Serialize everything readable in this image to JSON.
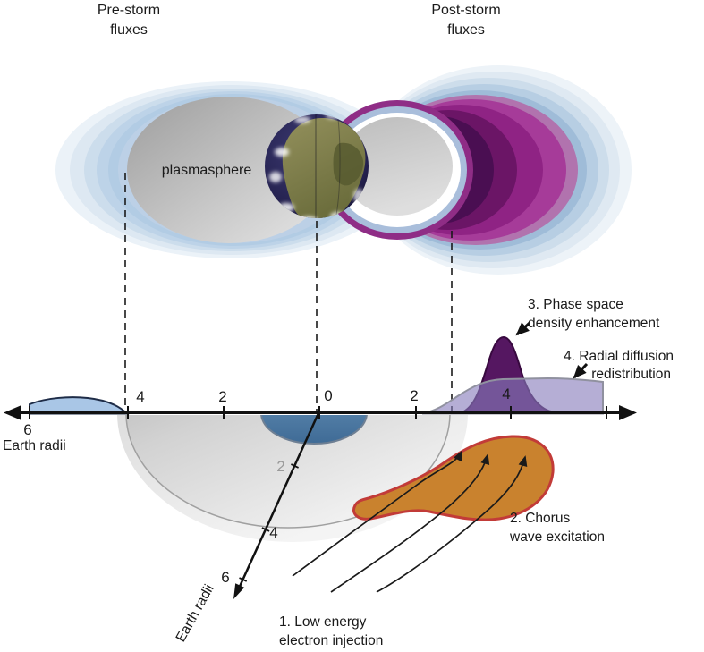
{
  "figure": {
    "labels": {
      "pre_storm_1": "Pre-storm",
      "pre_storm_2": "fluxes",
      "post_storm_1": "Post-storm",
      "post_storm_2": "fluxes",
      "plasmasphere": "plasmasphere"
    },
    "axis": {
      "horizontal": {
        "label": "Earth radii",
        "tick_6_left": "6",
        "tick_4_left": "4",
        "tick_2_left": "2",
        "tick_0": "0",
        "tick_2_right": "2",
        "tick_4_right": "4"
      },
      "diagonal": {
        "label": "Earth radii",
        "tick_2": "2",
        "tick_4": "4",
        "tick_6": "6"
      }
    },
    "annotations": {
      "injection_1": "1. Low energy",
      "injection_2": "electron injection",
      "chorus_1": "2. Chorus",
      "chorus_2": "wave excitation",
      "psd_1": "3. Phase space",
      "psd_2": "density enhancement",
      "radial_1": "4. Radial diffusion",
      "radial_2": "redistribution"
    },
    "colors": {
      "pre_storm_flux_blue": "#b2cce4",
      "post_storm_outer_blue": "#9fbcd8",
      "post_storm_magenta": "#a63b99",
      "post_storm_core_purple": "#4a0e52",
      "plasmasphere_gray": "#c9c9c9",
      "earth_ocean": "#23204a",
      "earth_land": "#80814a",
      "flux_profile_blue": "#a9c6e6",
      "earth_cross_section_blue": "#4e7ba6",
      "psd_purple": "#551761",
      "radial_lavender": "#887cbb",
      "chorus_orange": "#c9822e",
      "chorus_outline_red": "#c23b38"
    }
  }
}
